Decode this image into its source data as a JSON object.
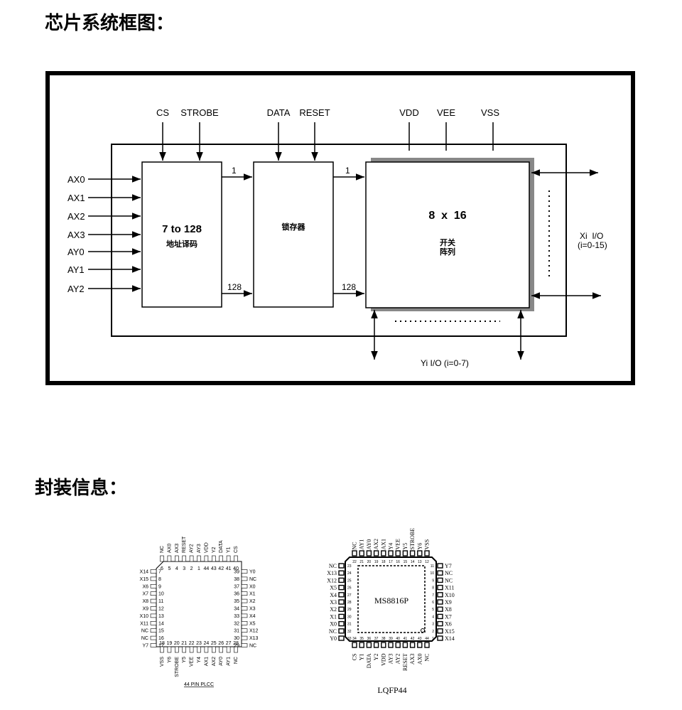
{
  "headings": {
    "block_diagram": "芯片系统框图：",
    "package_info": "封装信息："
  },
  "block_diagram": {
    "top_signals": [
      "CS",
      "STROBE",
      "DATA",
      "RESET",
      "VDD",
      "VEE",
      "VSS"
    ],
    "left_inputs": [
      "AX0",
      "AX1",
      "AX2",
      "AX3",
      "AY0",
      "AY1",
      "AY2"
    ],
    "decoder": {
      "line1": "7 to 128",
      "line2": "地址译码"
    },
    "latch": {
      "label": "锁存器"
    },
    "switch_array": {
      "line1": "8  x  16",
      "line2": "开关",
      "line3": "阵列"
    },
    "bus_labels": {
      "top_a": "1",
      "top_b": "1",
      "bottom_a": "128",
      "bottom_b": "128"
    },
    "x_io": {
      "line1": "Xi  I/O",
      "line2": "(i=0-15)"
    },
    "y_io": "Yi I/O (i=0-7)"
  },
  "plcc": {
    "caption": "44 PIN PLCC",
    "top_labels": [
      "NC",
      "AX0",
      "AX3",
      "RESET",
      "AY2",
      "AY3",
      "VDD",
      "Y2",
      "DATA",
      "Y1",
      "CS"
    ],
    "top_numbers": [
      "6",
      "5",
      "4",
      "3",
      "2",
      "1",
      "44",
      "43",
      "42",
      "41",
      "40"
    ],
    "left_labels": [
      "X14",
      "X15",
      "X6",
      "X7",
      "X8",
      "X9",
      "X10",
      "X11",
      "NC",
      "NC",
      "Y7"
    ],
    "left_numbers": [
      "7",
      "8",
      "9",
      "10",
      "11",
      "12",
      "13",
      "14",
      "15",
      "16",
      "17"
    ],
    "right_labels": [
      "Y0",
      "NC",
      "X0",
      "X1",
      "X2",
      "X3",
      "X4",
      "X5",
      "X12",
      "X13",
      "NC"
    ],
    "right_numbers": [
      "39",
      "38",
      "37",
      "36",
      "35",
      "34",
      "33",
      "32",
      "31",
      "30",
      "29"
    ],
    "bottom_labels": [
      "VSS",
      "Y6",
      "STROBE",
      "Y5",
      "VEE",
      "Y4",
      "AX1",
      "AX2",
      "AY0",
      "AY1",
      "NC"
    ],
    "bottom_numbers": [
      "18",
      "19",
      "20",
      "21",
      "22",
      "23",
      "24",
      "25",
      "26",
      "27",
      "28"
    ]
  },
  "lqfp": {
    "chip_name": "MS8816P",
    "caption": "LQFP44",
    "top_labels": [
      "NC",
      "AY1",
      "AY0",
      "AX2",
      "AX1",
      "Y4",
      "VEE",
      "Y5",
      "STROBE",
      "Y6",
      "VSS"
    ],
    "top_numbers": [
      "22",
      "21",
      "20",
      "19",
      "18",
      "17",
      "16",
      "15",
      "14",
      "13",
      "12"
    ],
    "left_labels": [
      "NC",
      "X13",
      "X12",
      "X5",
      "X4",
      "X3",
      "X2",
      "X1",
      "X0",
      "NC",
      "Y0"
    ],
    "left_numbers": [
      "23",
      "24",
      "25",
      "26",
      "27",
      "28",
      "29",
      "30",
      "31",
      "32",
      "33"
    ],
    "right_labels": [
      "Y7",
      "NC",
      "NC",
      "X11",
      "X10",
      "X9",
      "X8",
      "X7",
      "X6",
      "X15",
      "X14"
    ],
    "right_numbers": [
      "11",
      "10",
      "9",
      "8",
      "7",
      "6",
      "5",
      "4",
      "3",
      "2",
      "1"
    ],
    "bottom_labels": [
      "CS",
      "Y1",
      "DATA",
      "Y2",
      "VDD",
      "AY3",
      "AY2",
      "RESET",
      "AX3",
      "AX0",
      "NC"
    ],
    "bottom_numbers": [
      "34",
      "35",
      "36",
      "37",
      "38",
      "39",
      "40",
      "41",
      "42",
      "43",
      "44"
    ]
  }
}
